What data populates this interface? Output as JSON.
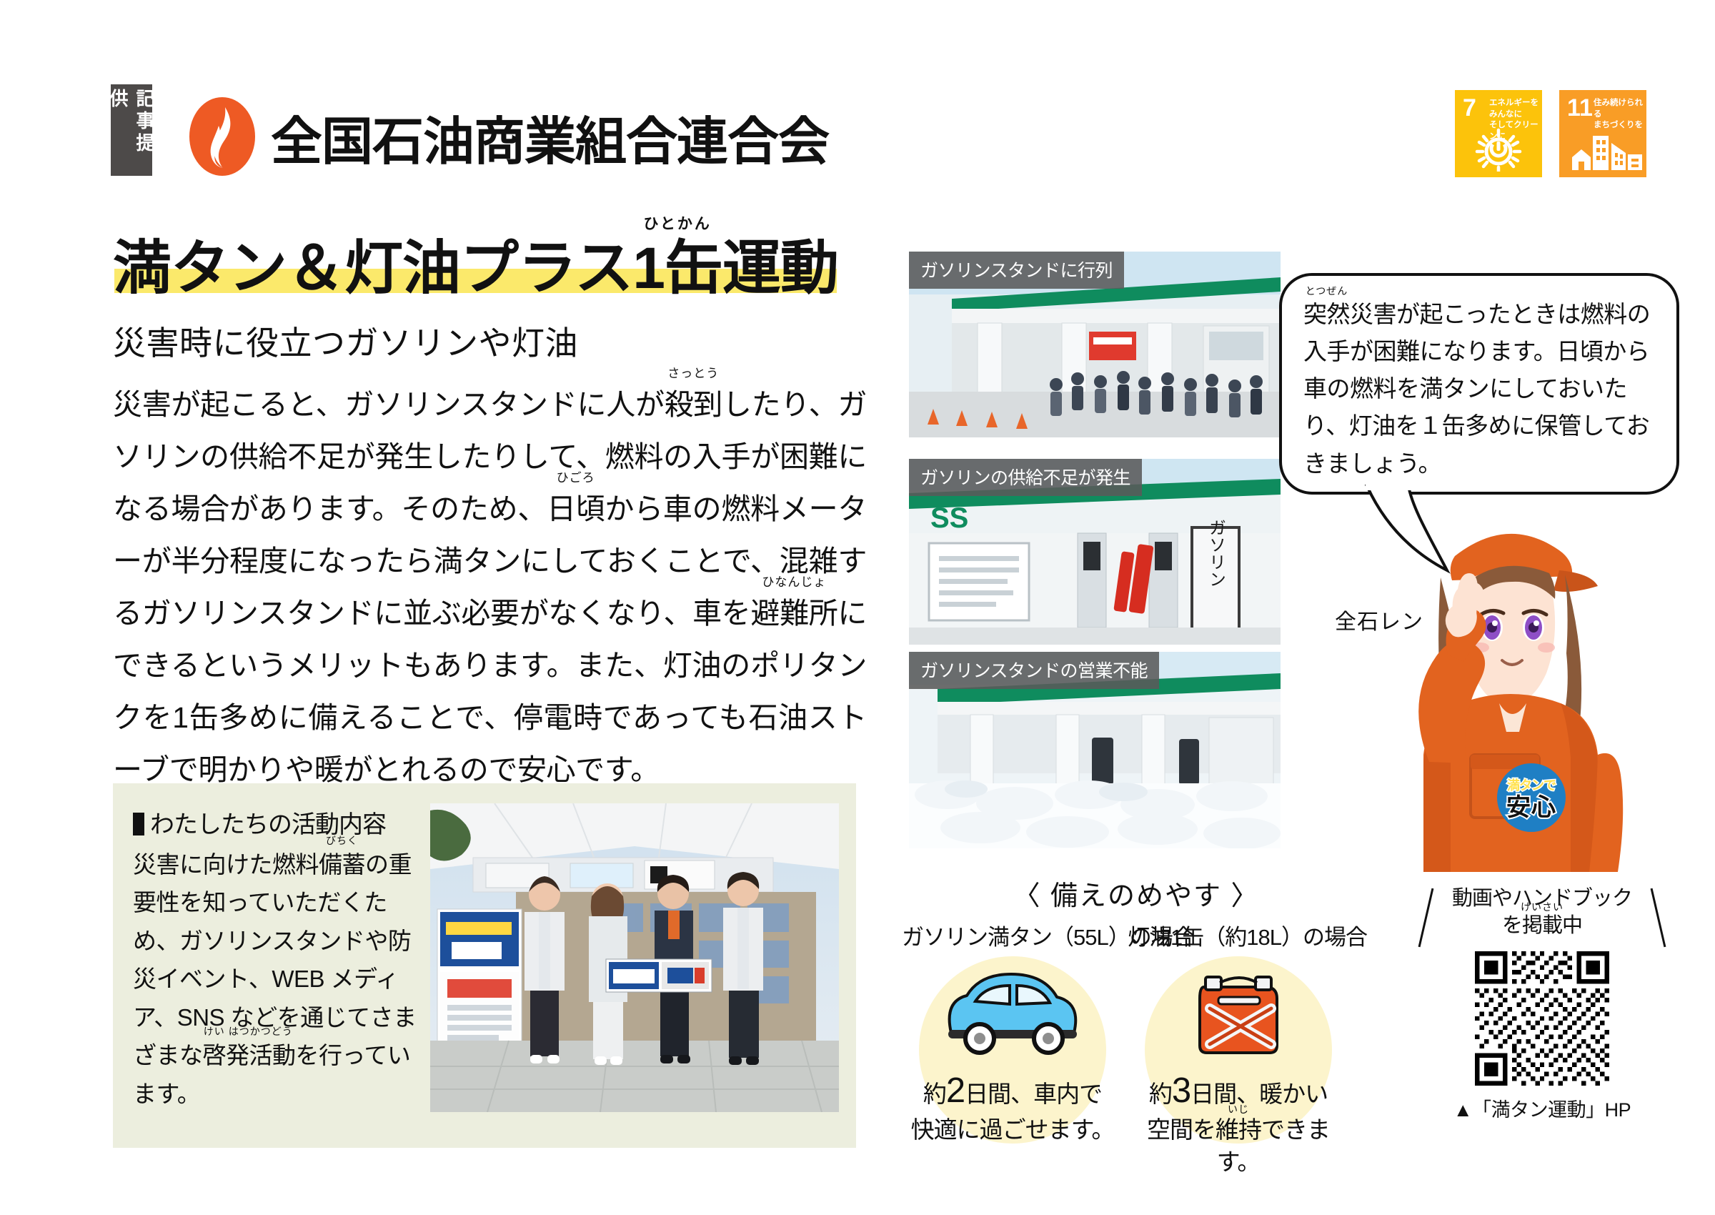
{
  "header": {
    "kiji_tag": "記事提供",
    "org_name": "全国石油商業組合連合会",
    "logo_icon": "flame-logo-icon"
  },
  "sdg": [
    {
      "number": "7",
      "caption_line1": "エネルギーをみんなに",
      "caption_line2": "そしてクリーンに",
      "color": "#fcc30b",
      "glyph": "sun-icon"
    },
    {
      "number": "11",
      "caption_line1": "住み続けられる",
      "caption_line2": "まちづくりを",
      "color": "#f99d26",
      "glyph": "city-buildings-icon"
    }
  ],
  "article": {
    "title_part1": "満タン＆灯油プラス",
    "title_ruby_base": "1缶",
    "title_ruby_text": "ひとかん",
    "title_part2": "運動",
    "highlight_color": "#fbe96b",
    "subtitle": "災害時に役立つガソリンや灯油",
    "body": {
      "seg1": "災害が起こると、ガソリンスタンドに人が",
      "ruby1_base": "殺到",
      "ruby1_text": "さっとう",
      "seg2": "したり、ガソリンの供給不足が発生したりして、燃料の入手が困難になる場合があります。そのため、",
      "ruby2_base": "日頃",
      "ruby2_text": "ひごろ",
      "seg3": "から車の燃料メーターが半分程度になったら満タンにしておくことで、混雑するガソリンスタンドに並ぶ必要がなくなり、車を",
      "ruby3_base": "避難所",
      "ruby3_text": "ひなんじょ",
      "seg4": "にできるというメリットもあります。また、灯油のポリタンクを1缶多めに備えることで、停電時であっても石油ストーブで明かりや暖がとれるので安心です。"
    }
  },
  "activity": {
    "heading": "わたしたちの活動内容",
    "body": {
      "seg1": "災害に向けた燃料",
      "ruby1_base": "備蓄",
      "ruby1_text": "びちく",
      "seg2": "の重要性を知っていただくため、ガソリンスタンドや防災イベント、WEB メディア、SNS などを通じてさまざまな",
      "ruby2_base": "啓",
      "ruby2_text": "けい",
      "ruby3_base": "発活動",
      "ruby3_text": "はつかつどう",
      "seg3": "を行っています。"
    },
    "photo_alt": "満タン運動 啓発イベントのスタッフ集合写真"
  },
  "photos": [
    {
      "caption": "ガソリンスタンドに行列",
      "alt": "ガソリンスタンドに並ぶ人の列のイラスト"
    },
    {
      "caption": "ガソリンの供給不足が発生",
      "alt": "ガソリン売り切れの看板が立つスタンドのイラスト"
    },
    {
      "caption": "ガソリンスタンドの営業不能",
      "alt": "雪に埋もれて営業できないガソリンスタンドのイラスト"
    }
  ],
  "bubble": {
    "ruby_base": "突然",
    "ruby_text": "とつぜん",
    "text": "災害が起こったときは燃料の入手が困難になります。日頃から車の燃料を満タンにしておいたり、灯油を１缶多めに保管しておきましょう。"
  },
  "character": {
    "name": "全石レン",
    "badge_line1": "満タンで",
    "badge_line2": "安心",
    "badge_color": "#1f7fc4",
    "uniform_color": "#e2631f"
  },
  "guide": {
    "title": "〈 備えのめやす 〉",
    "items": [
      {
        "label": "ガソリン満タン（55L）の場合",
        "icon": "car-icon",
        "icon_color": "#5bc5f2",
        "result_num": "2",
        "result_pre": "約",
        "result_line1_post": "日間、車内で",
        "result_line2": "快適に過ごせます。",
        "halo_color": "#fcf4cc"
      },
      {
        "label": "灯油1缶（約18L）の場合",
        "icon": "kerosene-can-icon",
        "icon_color": "#e8541f",
        "result_num": "3",
        "result_pre": "約",
        "result_line1_post": "日間、暖かい",
        "result_line2_seg1": "空間を",
        "result_line2_ruby_base": "維持",
        "result_line2_ruby_text": "いじ",
        "result_line2_seg2": "できます。",
        "halo_color": "#fcf4cc"
      }
    ]
  },
  "qr": {
    "head_line1": "動画やハンドブック",
    "head_line2_pre": "を",
    "head_ruby_base": "掲載",
    "head_ruby_text": "けいさい",
    "head_line2_post": "中",
    "caption": "▲「満タン運動」HP",
    "icon": "qr-code-icon"
  }
}
